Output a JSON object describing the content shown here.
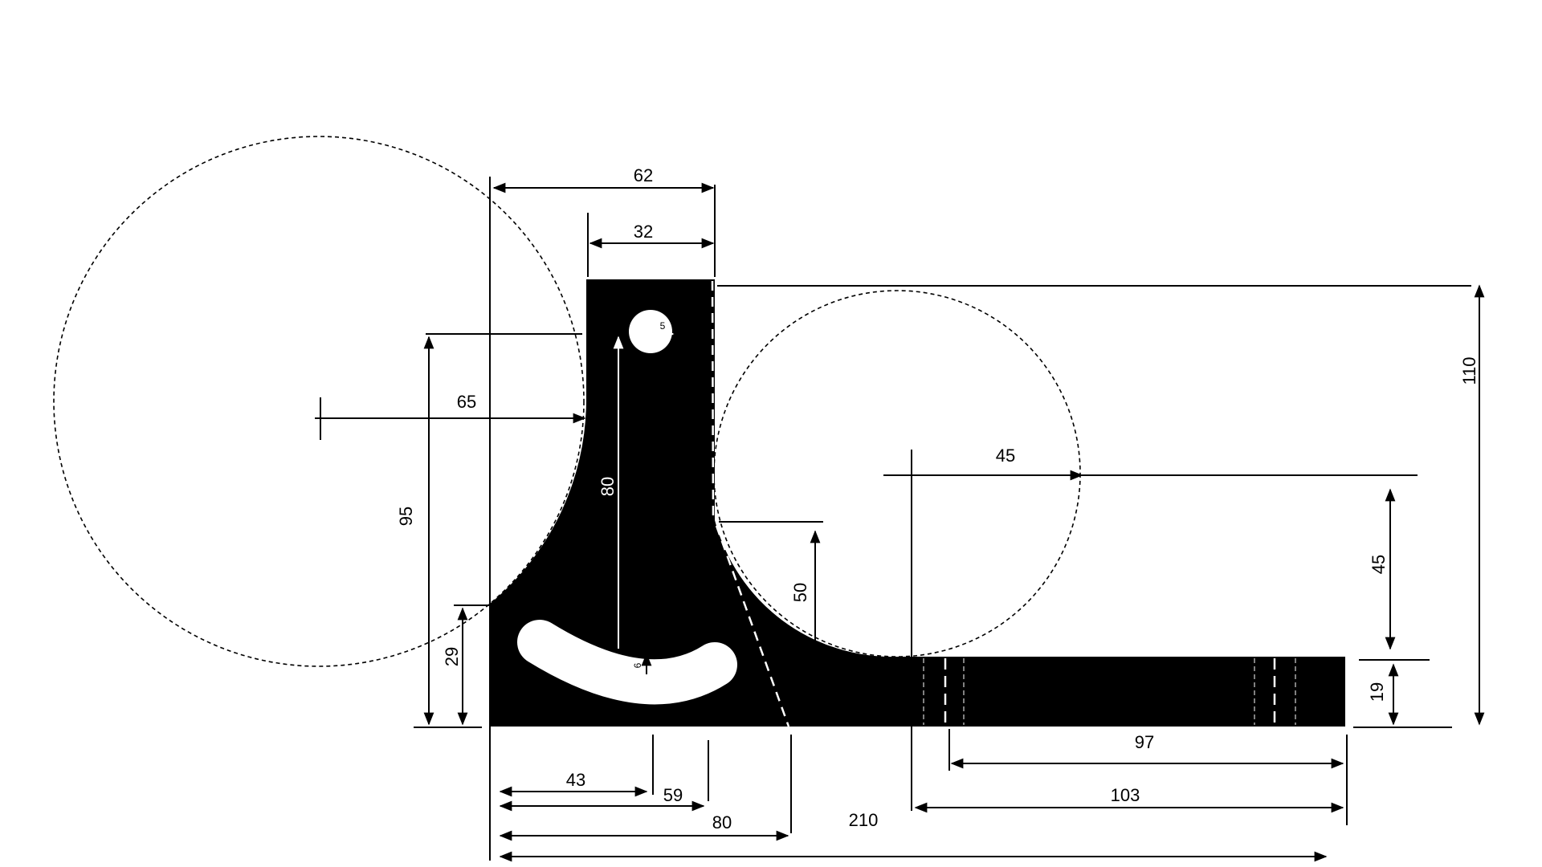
{
  "dimensions": {
    "width_62": "62",
    "width_32": "32",
    "radius_65": "65",
    "height_95": "95",
    "height_80": "80",
    "radius_5": "5",
    "height_29": "29",
    "gap_6": "6",
    "height_50": "50",
    "radius_45": "45",
    "height_45": "45",
    "height_110": "110",
    "height_19": "19",
    "len_43": "43",
    "len_59": "59",
    "len_80": "80",
    "len_210": "210",
    "len_97": "97",
    "len_103": "103"
  },
  "colors": {
    "part_fill": "#000000",
    "line": "#000000",
    "background": "#ffffff",
    "hole_fill": "#ffffff"
  }
}
